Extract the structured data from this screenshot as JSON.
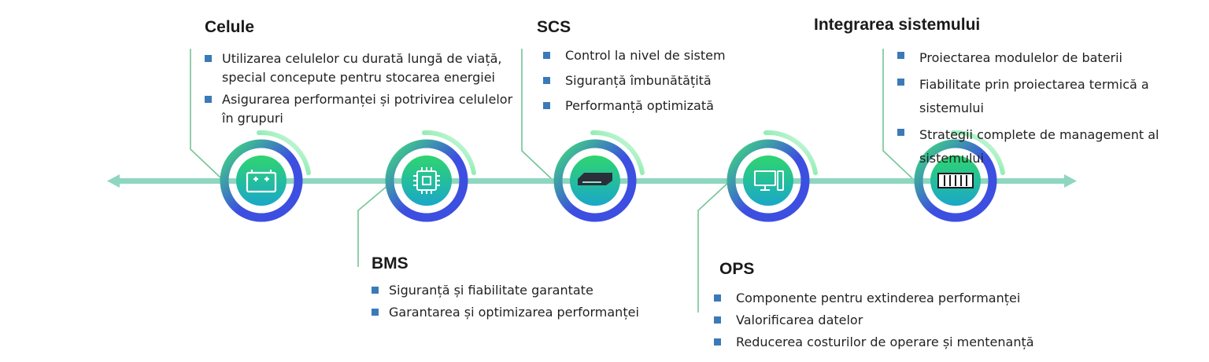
{
  "stages": [
    {
      "id": "celule",
      "title": "Celule",
      "icon": "battery-icon",
      "items": [
        "Utilizarea celulelor cu durată lungă de viață, special concepute pentru stocarea energiei",
        "Asigurarea performanței și potrivirea celulelor în grupuri"
      ]
    },
    {
      "id": "bms",
      "title": "BMS",
      "icon": "chip-icon",
      "items": [
        "Siguranță și fiabilitate garantate",
        "Garantarea și optimizarea performanței"
      ]
    },
    {
      "id": "scs",
      "title": "SCS",
      "icon": "controller-box-icon",
      "items": [
        "Control la nivel de sistem",
        "Siguranță îmbunătățită",
        "Performanță optimizată"
      ]
    },
    {
      "id": "ops",
      "title": "OPS",
      "icon": "computer-icon",
      "items": [
        "Componente pentru extinderea performanței",
        "Valorificarea datelor",
        "Reducerea costurilor de operare și mentenanță"
      ]
    },
    {
      "id": "integrare",
      "title": "Integrarea sistemului",
      "icon": "battery-module-icon",
      "items": [
        "Proiectarea modulelor de baterii",
        "Fiabilitate prin proiectarea termică a sistemului",
        "Strategii complete de management al sistemului"
      ]
    }
  ],
  "colors": {
    "timeline": "#8ed6c0",
    "ring_blue": "#3d4fe0",
    "ring_green": "#3ee07a",
    "bullet": "#3b7ab8",
    "connector": "#74c596"
  }
}
